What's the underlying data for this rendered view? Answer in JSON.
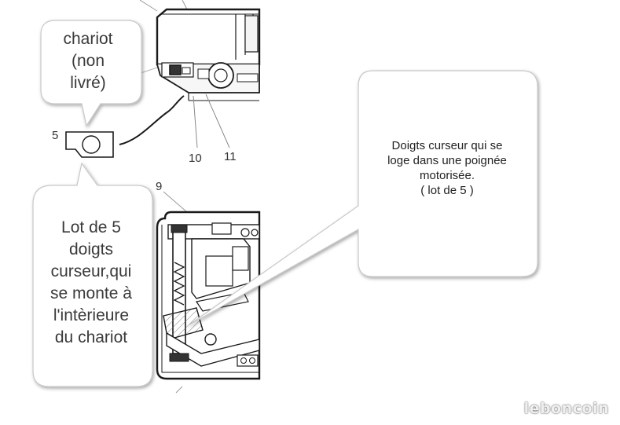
{
  "callouts": {
    "chariot": [
      "chariot",
      "(non",
      "livré)"
    ],
    "lot": [
      "Lot de 5",
      "doigts",
      "curseur,qui",
      "se monte à",
      "l'intèrieure",
      "du chariot"
    ],
    "doigts": [
      "Doigts curseur qui se",
      "loge dans une poignée",
      "motorisée.",
      "( lot de 5 )"
    ]
  },
  "part_labels": {
    "p5": "5",
    "p9": "9",
    "p10": "10",
    "p11": "11"
  },
  "watermark": "leboncoin"
}
